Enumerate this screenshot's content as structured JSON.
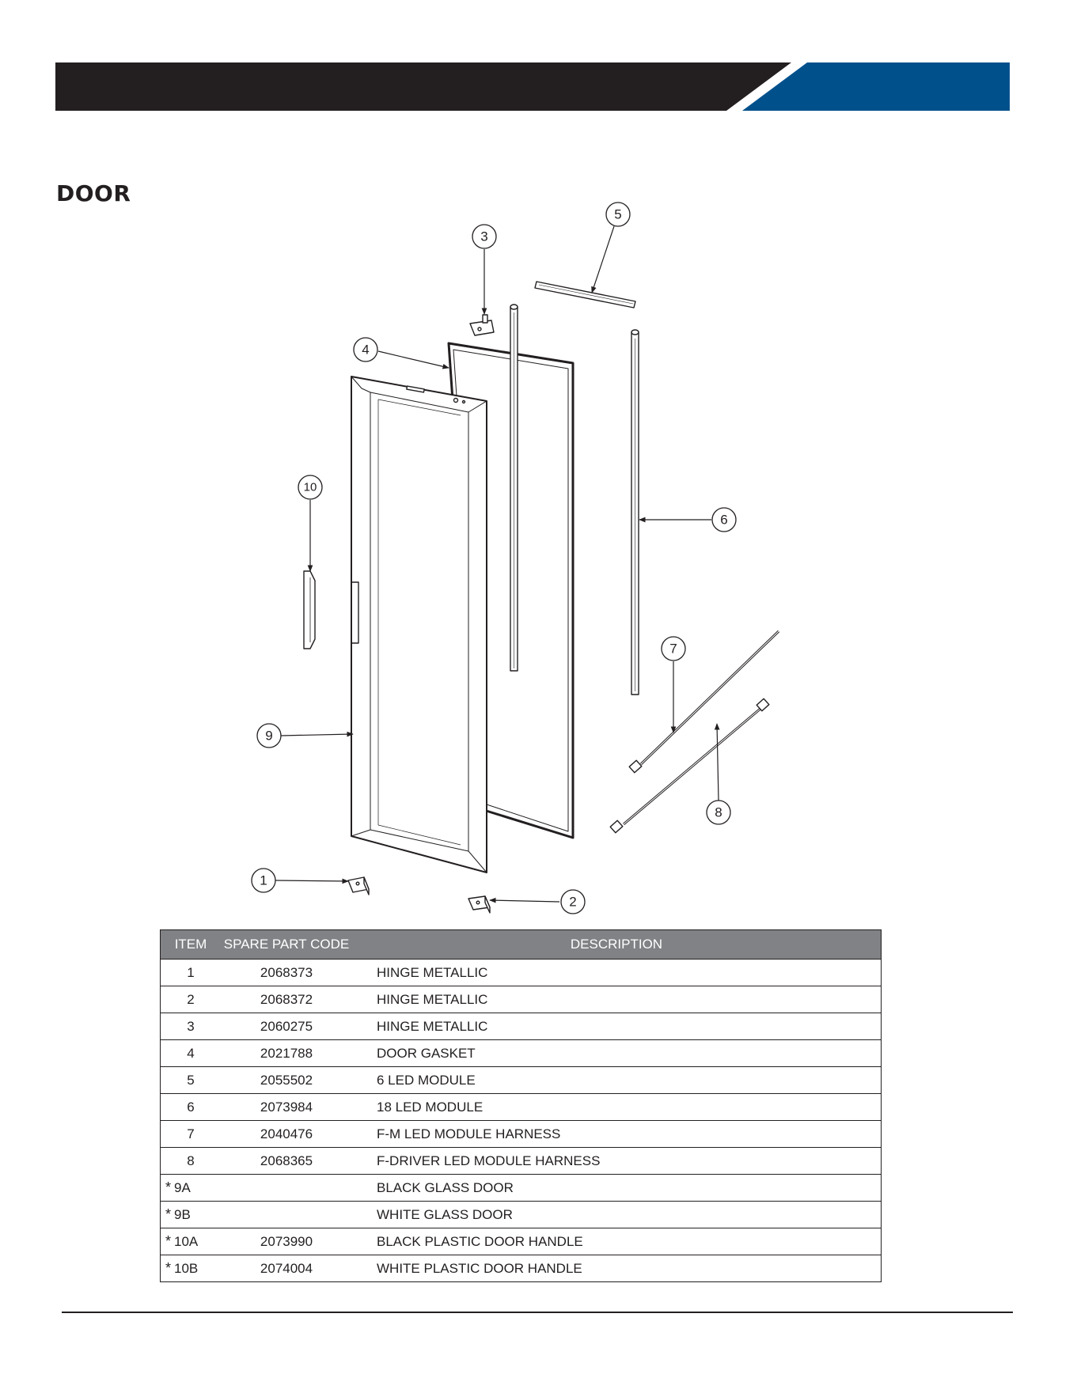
{
  "section": {
    "title": "DOOR"
  },
  "diagram": {
    "callouts": [
      "1",
      "2",
      "3",
      "4",
      "5",
      "6",
      "7",
      "8",
      "9",
      "10"
    ]
  },
  "table": {
    "headers": {
      "item": "ITEM",
      "code": "SPARE PART CODE",
      "description": "DESCRIPTION"
    },
    "rows": [
      {
        "item": "1",
        "code": "2068373",
        "description": "HINGE METALLIC",
        "asterisk": ""
      },
      {
        "item": "2",
        "code": "2068372",
        "description": "HINGE METALLIC",
        "asterisk": ""
      },
      {
        "item": "3",
        "code": "2060275",
        "description": "HINGE METALLIC",
        "asterisk": ""
      },
      {
        "item": "4",
        "code": "2021788",
        "description": "DOOR GASKET",
        "asterisk": ""
      },
      {
        "item": "5",
        "code": "2055502",
        "description": "6 LED MODULE",
        "asterisk": ""
      },
      {
        "item": "6",
        "code": "2073984",
        "description": "18 LED MODULE",
        "asterisk": ""
      },
      {
        "item": "7",
        "code": "2040476",
        "description": "F-M LED MODULE HARNESS",
        "asterisk": ""
      },
      {
        "item": "8",
        "code": "2068365",
        "description": "F-DRIVER LED MODULE HARNESS",
        "asterisk": ""
      },
      {
        "item": "9A",
        "code": "",
        "description": "BLACK GLASS DOOR",
        "asterisk": "*"
      },
      {
        "item": "9B",
        "code": "",
        "description": "WHITE GLASS DOOR",
        "asterisk": "*"
      },
      {
        "item": "10A",
        "code": "2073990",
        "description": "BLACK PLASTIC DOOR HANDLE",
        "asterisk": "*"
      },
      {
        "item": "10B",
        "code": "2074004",
        "description": "WHITE PLASTIC DOOR HANDLE",
        "asterisk": "*"
      }
    ]
  },
  "colors": {
    "header_dark": "#231f20",
    "header_accent": "#00508c",
    "table_header": "#808285"
  }
}
